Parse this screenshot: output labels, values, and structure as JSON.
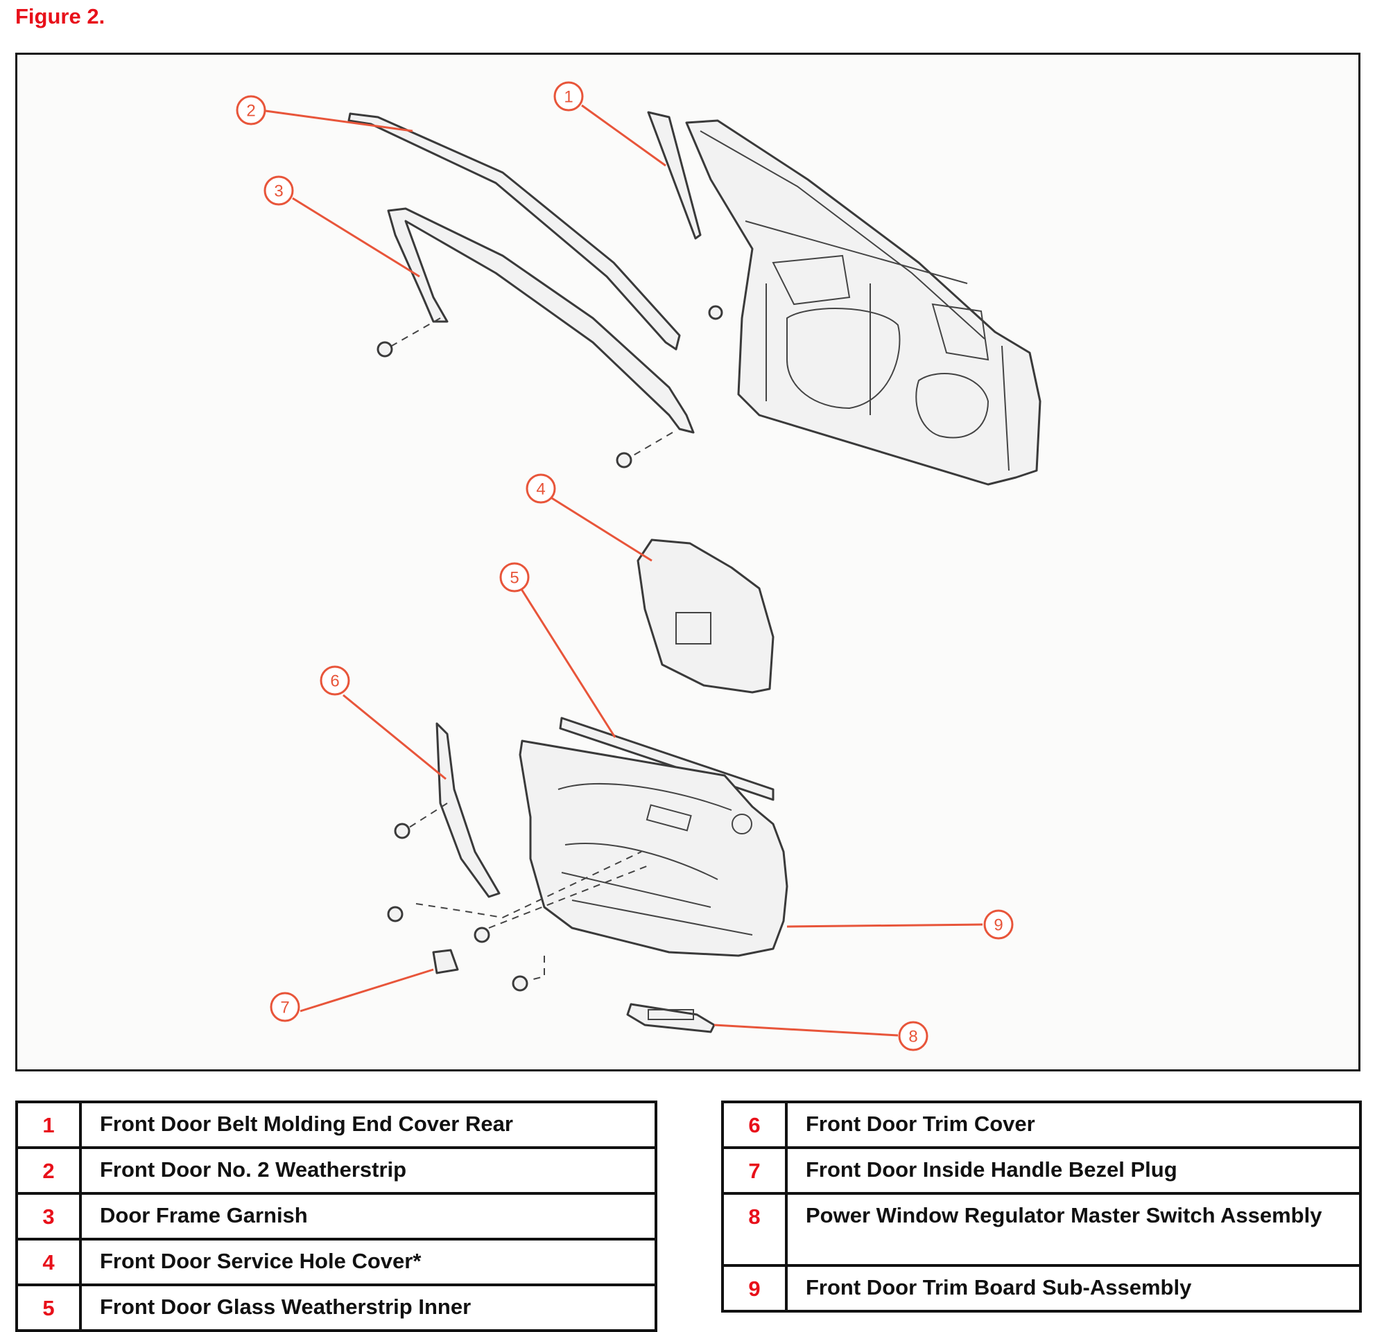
{
  "figure_title": "Figure 2.",
  "callouts": [
    "1",
    "2",
    "3",
    "4",
    "5",
    "6",
    "7",
    "8",
    "9"
  ],
  "legend_left": [
    {
      "num": "1",
      "name": "Front Door Belt Molding End Cover Rear"
    },
    {
      "num": "2",
      "name": "Front Door No. 2 Weatherstrip"
    },
    {
      "num": "3",
      "name": "Door Frame Garnish"
    },
    {
      "num": "4",
      "name": "Front Door Service Hole Cover*"
    },
    {
      "num": "5",
      "name": "Front Door Glass Weatherstrip Inner"
    }
  ],
  "legend_right": [
    {
      "num": "6",
      "name": "Front Door Trim Cover"
    },
    {
      "num": "7",
      "name": "Front Door Inside Handle Bezel Plug"
    },
    {
      "num": "8",
      "name": "Power Window Regulator Master Switch Assembly"
    },
    {
      "num": "9",
      "name": "Front Door Trim Board Sub-Assembly"
    }
  ],
  "colors": {
    "accent": "#e8101a",
    "callout": "#e8553a",
    "line": "#111111"
  }
}
